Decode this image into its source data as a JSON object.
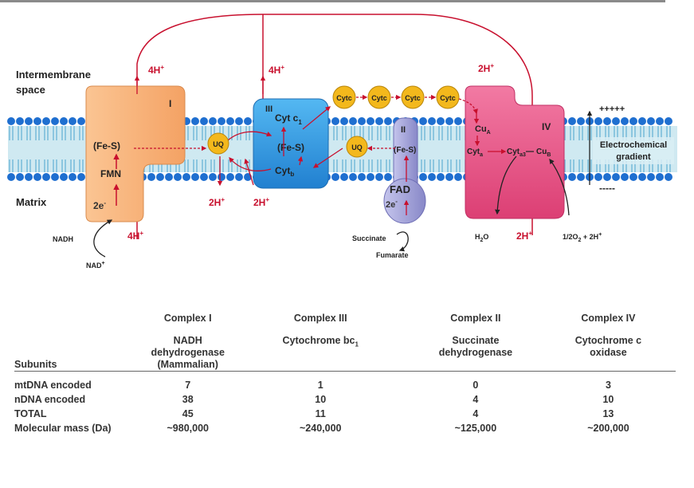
{
  "labels": {
    "intermembrane_line1": "Intermembrane",
    "intermembrane_line2": "space",
    "matrix": "Matrix",
    "electrochemical_line1": "Electrochemical",
    "electrochemical_line2": "gradient",
    "plus_marks": "+++++",
    "minus_marks": "-----"
  },
  "complex1": {
    "roman": "I",
    "fes": "(Fe-S)",
    "fmn": "FMN",
    "electrons": "2e",
    "electrons_sup": "-",
    "nadh": "NADH",
    "nad": "NAD",
    "nad_sup": "+"
  },
  "complex3": {
    "roman": "III",
    "cytc1": "Cyt c",
    "cytc1_sub": "1",
    "fes": "(Fe-S)",
    "cytb": "Cyt",
    "cytb_sub": "b"
  },
  "complex2": {
    "roman": "II",
    "fes": "(Fe-S)",
    "fad": "FAD",
    "electrons": "2e",
    "electrons_sup": "-",
    "succinate": "Succinate",
    "fumarate": "Fumarate"
  },
  "complex4": {
    "roman": "IV",
    "cua": "Cu",
    "cua_sub": "A",
    "cyta": "Cyt",
    "cyta_sub": "a",
    "cyta3": "Cyt",
    "cyta3_sub": "a3",
    "cub": "Cu",
    "cub_sub": "B",
    "water": "H",
    "water_sub": "2",
    "water_o": "O",
    "oxygen": "1/2O",
    "oxygen_sub": "2",
    "oxygen_rest": " + 2H",
    "oxygen_sup": "+"
  },
  "carriers": {
    "uq": "UQ",
    "cytc": "Cytc"
  },
  "protons": {
    "p4h": "4H",
    "p2h": "2H",
    "sup": "+"
  },
  "table": {
    "headers": [
      "Complex I",
      "Complex III",
      "Complex II",
      "Complex IV"
    ],
    "names": [
      [
        "NADH",
        "dehydrogenase",
        "(Mammalian)"
      ],
      [
        "Cytochrome bc",
        "",
        ""
      ],
      [
        "Succinate",
        "dehydrogenase",
        ""
      ],
      [
        "Cytochrome c",
        "oxidase",
        ""
      ]
    ],
    "name_sub": "1",
    "subunits_label": "Subunits",
    "rows": [
      {
        "label": "mtDNA encoded",
        "values": [
          "7",
          "1",
          "0",
          "3"
        ]
      },
      {
        "label": "nDNA encoded",
        "values": [
          "38",
          "10",
          "4",
          "10"
        ]
      },
      {
        "label": "TOTAL",
        "values": [
          "45",
          "11",
          "4",
          "13"
        ]
      },
      {
        "label": "Molecular mass (Da)",
        "values": [
          "~980,000",
          "~240,000",
          "~125,000",
          "~200,000"
        ]
      }
    ]
  },
  "colors": {
    "membrane_head": "#1f6fd0",
    "membrane_tail": "#6fb7d8",
    "complex1": "#f7b27a",
    "complex3": "#3aa3e8",
    "complex2": "#a6a6dc",
    "complex4": "#ec5c8e",
    "carrier": "#f3b81c",
    "arrow": "#c8102e"
  }
}
